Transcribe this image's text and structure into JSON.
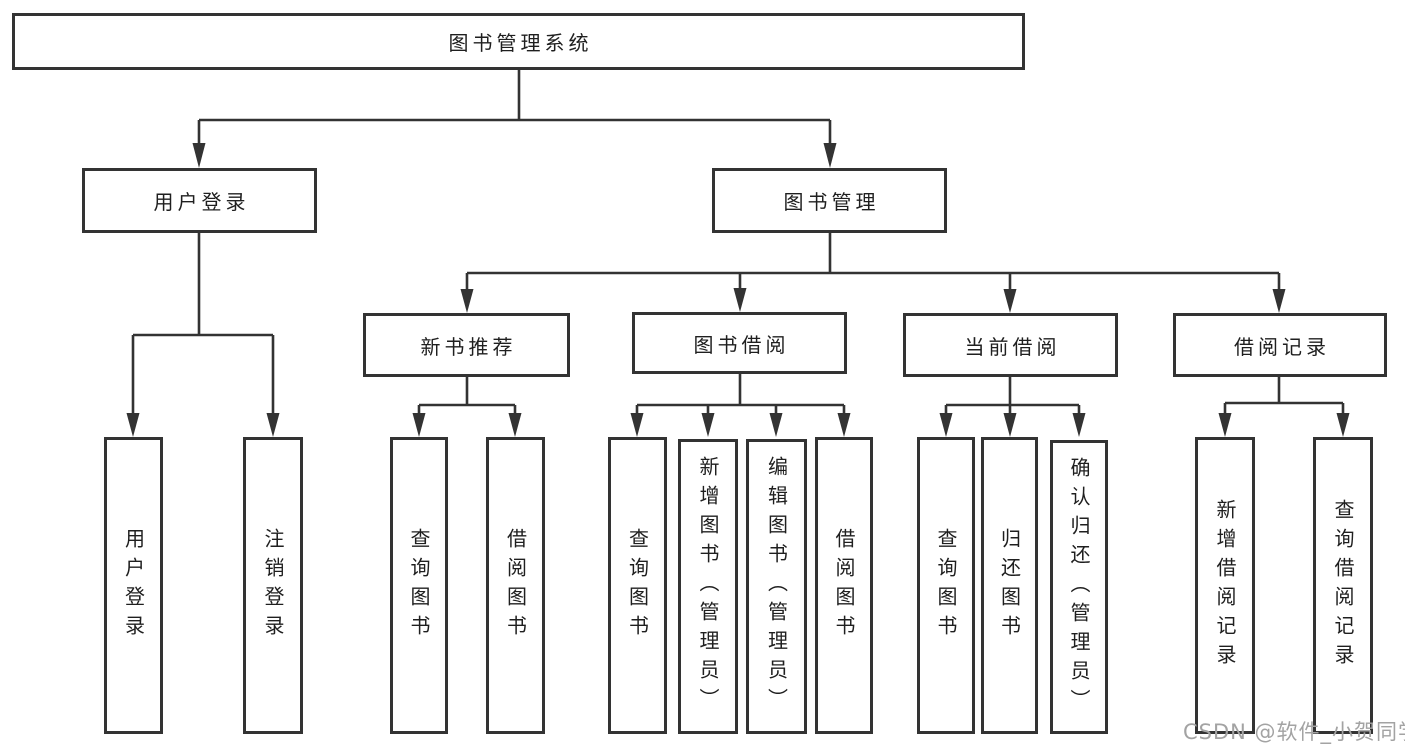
{
  "diagram": {
    "tree": {
      "root": {
        "label": "图书管理系统",
        "children": [
          {
            "label": "用户登录",
            "children": [
              {
                "label": "用户登录"
              },
              {
                "label": "注销登录"
              }
            ]
          },
          {
            "label": "图书管理",
            "children": [
              {
                "label": "新书推荐",
                "children": [
                  {
                    "label": "查询图书"
                  },
                  {
                    "label": "借阅图书"
                  }
                ]
              },
              {
                "label": "图书借阅",
                "children": [
                  {
                    "label": "查询图书"
                  },
                  {
                    "label": "新增图书（管理员）"
                  },
                  {
                    "label": "编辑图书（管理员）"
                  },
                  {
                    "label": "借阅图书"
                  }
                ]
              },
              {
                "label": "当前借阅",
                "children": [
                  {
                    "label": "查询图书"
                  },
                  {
                    "label": "归还图书"
                  },
                  {
                    "label": "确认归还（管理员）"
                  }
                ]
              },
              {
                "label": "借阅记录",
                "children": [
                  {
                    "label": "新增借阅记录"
                  },
                  {
                    "label": "查询借阅记录"
                  }
                ]
              }
            ]
          }
        ]
      }
    },
    "colors": {
      "line": "#333333",
      "text": "#1f1f1f",
      "background": "#ffffff",
      "watermark_color": "#a3a3a3"
    }
  },
  "watermark": {
    "text": "CSDN @软件_小贺同学"
  }
}
